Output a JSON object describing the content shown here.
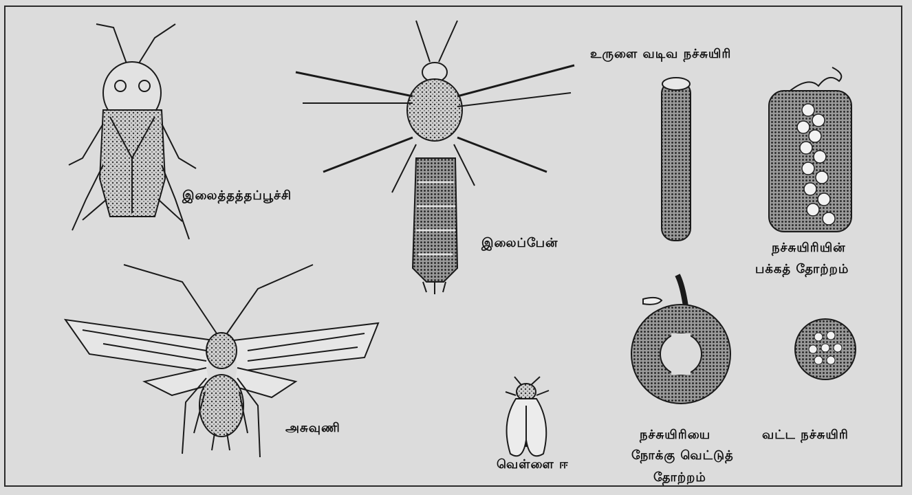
{
  "labels": {
    "leafhopper": "இலைத்தத்தப்பூச்சி",
    "thrips": "இலைப்பேன்",
    "aphid": "அசுவுணி",
    "whitefly": "வெள்ளை ஈ",
    "cylindrical_egg_mass": "உருளை வடிவ நச்சுயிரி",
    "side_view_line1": "நச்சுயிரியின்",
    "side_view_line2": "பக்கத் தோற்றம்",
    "cross_section_line1": "நச்சுயிரியை",
    "cross_section_line2": "நோக்கு வெட்டுத்",
    "cross_section_line3": "தோற்றம்",
    "round_egg_mass": "வட்ட நச்சுயிரி"
  }
}
